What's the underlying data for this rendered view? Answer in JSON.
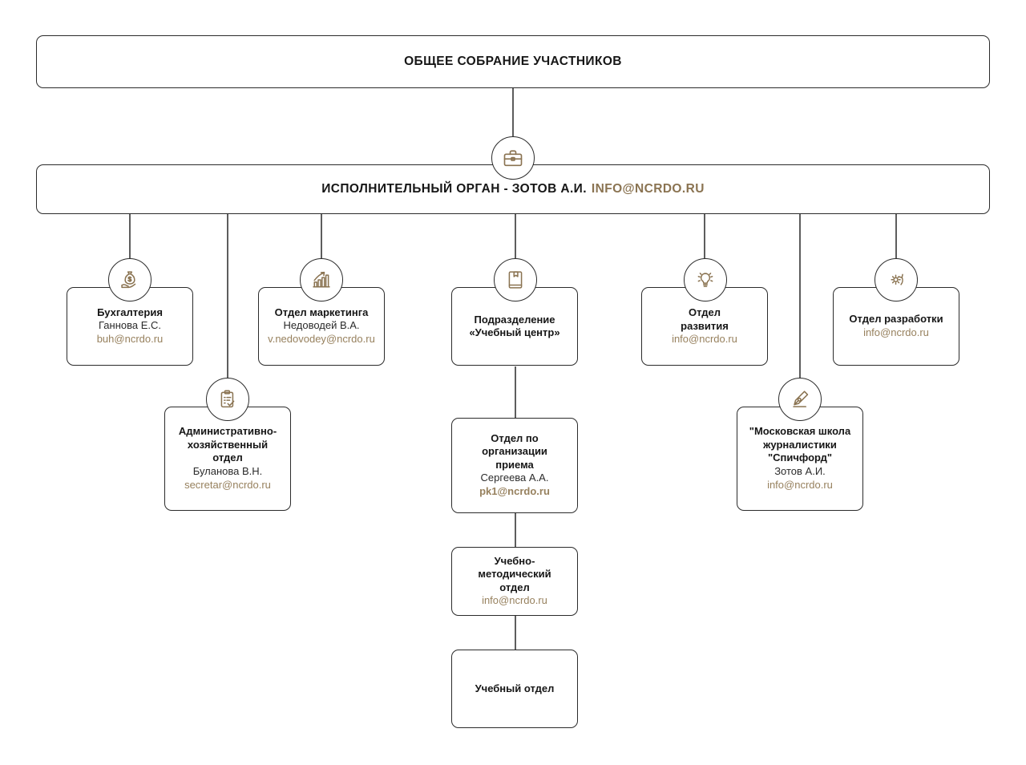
{
  "colors": {
    "accent_gold": "#97815e",
    "accent_gold_strong": "#8a7351",
    "border": "#2b2b2b",
    "line": "#5d5d5d",
    "text": "#161616",
    "background": "#ffffff"
  },
  "top": {
    "title": "ОБЩЕЕ СОБРАНИЕ УЧАСТНИКОВ"
  },
  "executive": {
    "title": "ИСПОЛНИТЕЛЬНЫЙ ОРГАН - ЗОТОВ А.И.",
    "email": "INFO@NCRDO.RU",
    "icon": "briefcase-icon"
  },
  "departments": [
    {
      "id": "accounting",
      "title": "Бухгалтерия",
      "person": "Ганнова Е.С.",
      "email": "buh@ncrdo.ru",
      "icon": "money-bag-icon"
    },
    {
      "id": "marketing",
      "title": "Отдел маркетинга",
      "person": "Недоводей В.А.",
      "email": "v.nedovodey@ncrdo.ru",
      "icon": "growth-chart-icon"
    },
    {
      "id": "training-center",
      "title_line_1": "Подразделение",
      "title_line_2": "«Учебный центр»",
      "icon": "book-icon"
    },
    {
      "id": "development",
      "title_line_1": "Отдел",
      "title_line_2": "развития",
      "email": "info@ncrdo.ru",
      "icon": "lightbulb-icon"
    },
    {
      "id": "engineering",
      "title": "Отдел разработки",
      "email": "info@ncrdo.ru",
      "icon": "gear-refresh-icon"
    },
    {
      "id": "administrative",
      "title_line_1": "Административно-",
      "title_line_2": "хозяйственный",
      "title_line_3": "отдел",
      "person": "Буланова В.Н.",
      "email": "secretar@ncrdo.ru",
      "icon": "clipboard-check-icon"
    },
    {
      "id": "admissions",
      "title_line_1": "Отдел по",
      "title_line_2": "организации",
      "title_line_3": "приема",
      "person": "Сергеева А.А.",
      "email": "pk1@ncrdo.ru"
    },
    {
      "id": "journalism-school",
      "title_line_1": "\"Московская школа",
      "title_line_2": "журналистики",
      "title_line_3": "\"Спичфорд\"",
      "person": "Зотов А.И.",
      "email": "info@ncrdo.ru",
      "icon": "pen-nib-icon"
    },
    {
      "id": "methodology",
      "title_line_1": "Учебно-",
      "title_line_2": "методический",
      "title_line_3": "отдел",
      "email": "info@ncrdo.ru"
    },
    {
      "id": "education",
      "title": "Учебный отдел"
    }
  ]
}
